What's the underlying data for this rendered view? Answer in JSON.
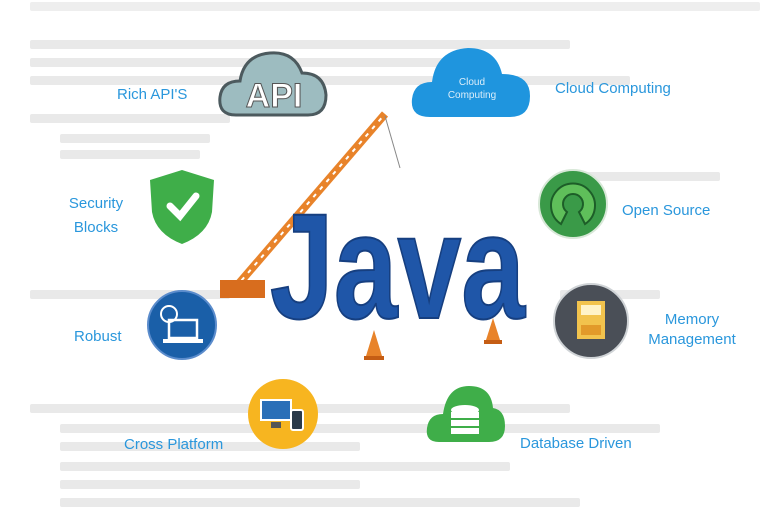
{
  "features": {
    "rich_api": "Rich API'S",
    "api_badge": "API",
    "cloud_badge_line1": "Cloud",
    "cloud_badge_line2": "Computing",
    "cloud_computing": "Cloud Computing",
    "security_line1": "Security",
    "security_line2": "Blocks",
    "open_source": "Open Source",
    "robust": "Robust",
    "memory_line1": "Memory",
    "memory_line2": "Management",
    "cross_platform": "Cross Platform",
    "database_driven": "Database Driven"
  },
  "center_logo": "Java",
  "colors": {
    "label": "#2a97dc",
    "java": "#1f56a8",
    "crane": "#e8832a",
    "green": "#3fae49",
    "cloud_blue": "#1f95de",
    "api_cloud": "#9dbcc0"
  }
}
